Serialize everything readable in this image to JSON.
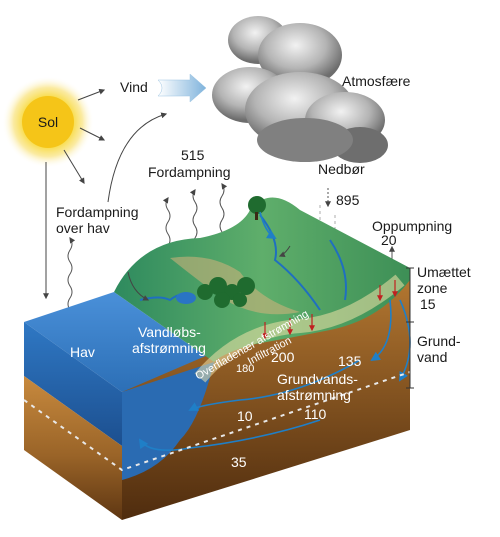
{
  "labels": {
    "sol": "Sol",
    "vind": "Vind",
    "atmosfaere": "Atmosfære",
    "fordampning_value": "515",
    "fordampning": "Fordampning",
    "nedbor": "Nedbør",
    "nedbor_value": "895",
    "fordampning_hav_1": "Fordampning",
    "fordampning_hav_2": "over hav",
    "oppumpning": "Oppumpning",
    "oppumpning_value": "20",
    "umaettet_1": "Umættet",
    "umaettet_2": "zone",
    "umaettet_value": "15",
    "grundvand_1": "Grund-",
    "grundvand_2": "vand",
    "hav": "Hav",
    "vandlob_1": "Vandløbs-",
    "vandlob_2": "afstrømning",
    "overfladenaer": "Overfladenær afstrømning",
    "infiltration": "Infiltration",
    "v180": "180",
    "v200": "200",
    "v135": "135",
    "grundvands_1": "Grundvands-",
    "grundvands_2": "afstrømning",
    "v110": "110",
    "v10": "10",
    "v35": "35"
  },
  "colors": {
    "sun": "#f7d51c",
    "sea": "#2f6fba",
    "land": "#3f9a69",
    "soil": "#8a5a2a",
    "arrow": "#444444"
  }
}
